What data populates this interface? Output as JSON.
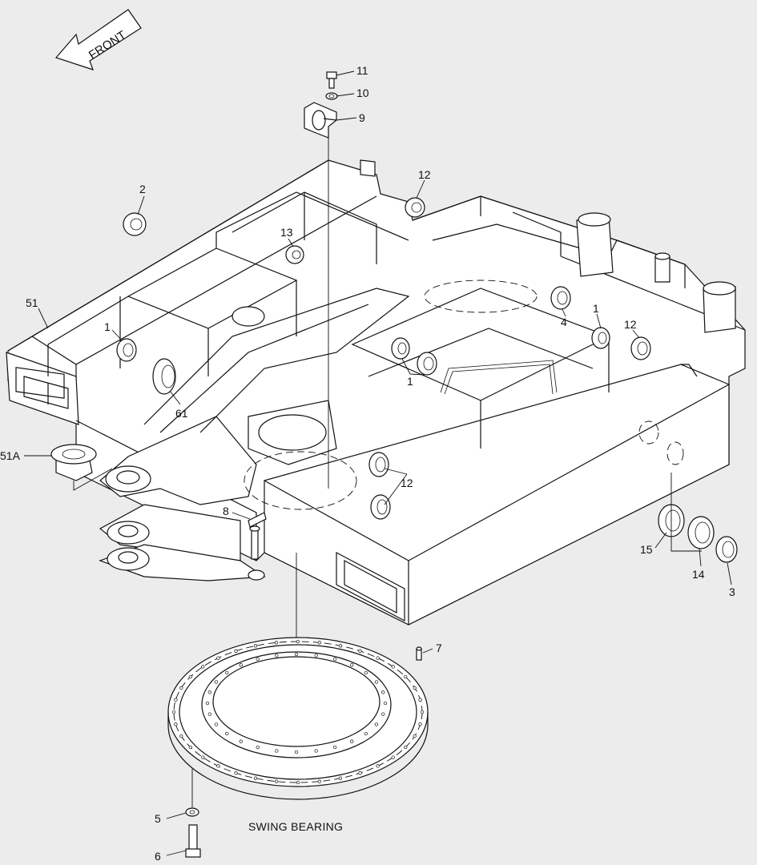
{
  "direction_arrow": {
    "label": "FRONT"
  },
  "caption": "SWING BEARING",
  "callouts": [
    {
      "id": "c11",
      "text": "11"
    },
    {
      "id": "c10",
      "text": "10"
    },
    {
      "id": "c9",
      "text": "9"
    },
    {
      "id": "c2",
      "text": "2"
    },
    {
      "id": "c12a",
      "text": "12"
    },
    {
      "id": "c13",
      "text": "13"
    },
    {
      "id": "c51",
      "text": "51"
    },
    {
      "id": "c1a",
      "text": "1"
    },
    {
      "id": "c61",
      "text": "61"
    },
    {
      "id": "c51A",
      "text": "51A"
    },
    {
      "id": "c4",
      "text": "4"
    },
    {
      "id": "c1b",
      "text": "1"
    },
    {
      "id": "c12b",
      "text": "12"
    },
    {
      "id": "c1c",
      "text": "1"
    },
    {
      "id": "c12c",
      "text": "12"
    },
    {
      "id": "c8",
      "text": "8"
    },
    {
      "id": "c15",
      "text": "15"
    },
    {
      "id": "c14",
      "text": "14"
    },
    {
      "id": "c3",
      "text": "3"
    },
    {
      "id": "c7",
      "text": "7"
    },
    {
      "id": "c5",
      "text": "5"
    },
    {
      "id": "c6",
      "text": "6"
    }
  ]
}
